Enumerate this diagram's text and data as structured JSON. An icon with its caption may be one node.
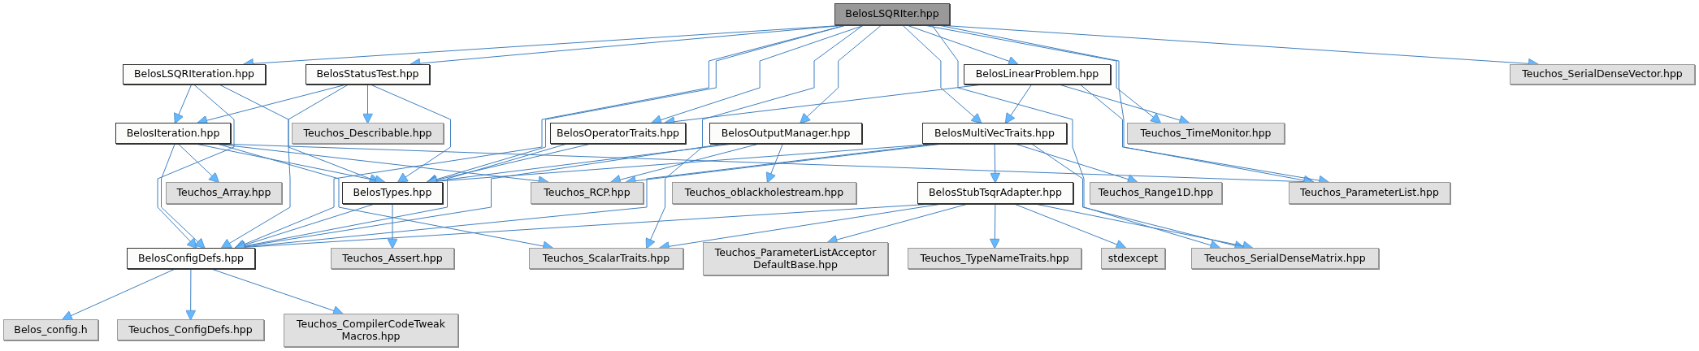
{
  "diagram": {
    "nodes": [
      {
        "text": [
          "BelosLSQRIter.hpp"
        ]
      },
      {
        "text": [
          "BelosLSQRIteration.hpp"
        ]
      },
      {
        "text": [
          "BelosStatusTest.hpp"
        ]
      },
      {
        "text": [
          "BelosLinearProblem.hpp"
        ]
      },
      {
        "text": [
          "Teuchos_SerialDenseVector.hpp"
        ]
      },
      {
        "text": [
          "BelosIteration.hpp"
        ]
      },
      {
        "text": [
          "Teuchos_Describable.hpp"
        ]
      },
      {
        "text": [
          "BelosOperatorTraits.hpp"
        ]
      },
      {
        "text": [
          "BelosOutputManager.hpp"
        ]
      },
      {
        "text": [
          "BelosMultiVecTraits.hpp"
        ]
      },
      {
        "text": [
          "Teuchos_TimeMonitor.hpp"
        ]
      },
      {
        "text": [
          "Teuchos_Array.hpp"
        ]
      },
      {
        "text": [
          "BelosTypes.hpp"
        ]
      },
      {
        "text": [
          "Teuchos_RCP.hpp"
        ]
      },
      {
        "text": [
          "Teuchos_oblackholestream.hpp"
        ]
      },
      {
        "text": [
          "BelosStubTsqrAdapter.hpp"
        ]
      },
      {
        "text": [
          "Teuchos_Range1D.hpp"
        ]
      },
      {
        "text": [
          "Teuchos_ParameterList.hpp"
        ]
      },
      {
        "text": [
          "BelosConfigDefs.hpp"
        ]
      },
      {
        "text": [
          "Teuchos_Assert.hpp"
        ]
      },
      {
        "text": [
          "Teuchos_ScalarTraits.hpp"
        ]
      },
      {
        "text": [
          "Teuchos_ParameterListAcceptor DefaultBase.hpp"
        ]
      },
      {
        "text": [
          "Teuchos_TypeNameTraits.hpp"
        ]
      },
      {
        "text": [
          "stdexcept"
        ]
      },
      {
        "text": [
          "Teuchos_SerialDenseMatrix.hpp"
        ]
      },
      {
        "text": [
          "Belos_config.h"
        ]
      },
      {
        "text": [
          "Teuchos_ConfigDefs.hpp"
        ]
      },
      {
        "text": [
          "Teuchos_CompilerCodeTweak Macros.hpp"
        ]
      }
    ],
    "edges": [
      {
        "from": 0,
        "to": 1,
        "arrow": "to"
      },
      {
        "from": 0,
        "to": 2,
        "arrow": "to"
      },
      {
        "from": 0,
        "to": 3,
        "arrow": "to"
      },
      {
        "from": 0,
        "to": 4,
        "arrow": "to"
      },
      {
        "from": 0,
        "to": 7,
        "arrow": "to"
      },
      {
        "from": 0,
        "to": 8,
        "arrow": "to"
      },
      {
        "from": 0,
        "to": 9,
        "arrow": "to"
      },
      {
        "from": 0,
        "to": 10,
        "arrow": "to"
      },
      {
        "from": 0,
        "to": 12,
        "arrow": "to"
      },
      {
        "from": 0,
        "to": 17,
        "arrow": "to"
      },
      {
        "from": 0,
        "to": 18,
        "arrow": "to"
      },
      {
        "from": 0,
        "to": 20,
        "arrow": "to"
      },
      {
        "from": 0,
        "to": 24,
        "arrow": "to"
      },
      {
        "from": 1,
        "to": 5,
        "arrow": "to"
      },
      {
        "from": 1,
        "to": 12,
        "arrow": "to"
      },
      {
        "from": 1,
        "to": 18,
        "arrow": "to"
      },
      {
        "from": 2,
        "to": 5,
        "arrow": "to"
      },
      {
        "from": 2,
        "to": 6,
        "arrow": "to"
      },
      {
        "from": 2,
        "to": 12,
        "arrow": "to"
      },
      {
        "from": 2,
        "to": 18,
        "arrow": "to"
      },
      {
        "from": 3,
        "to": 7,
        "arrow": "to"
      },
      {
        "from": 3,
        "to": 9,
        "arrow": "to"
      },
      {
        "from": 3,
        "to": 10,
        "arrow": "to"
      },
      {
        "from": 3,
        "to": 17,
        "arrow": "to"
      },
      {
        "from": 5,
        "to": 11,
        "arrow": "to"
      },
      {
        "from": 5,
        "to": 12,
        "arrow": "to"
      },
      {
        "from": 5,
        "to": 13,
        "arrow": "to"
      },
      {
        "from": 5,
        "to": 17,
        "arrow": "to"
      },
      {
        "from": 5,
        "to": 18,
        "arrow": "to"
      },
      {
        "from": 5,
        "to": 20,
        "arrow": "to"
      },
      {
        "from": 7,
        "to": 12,
        "arrow": "to"
      },
      {
        "from": 7,
        "to": 18,
        "arrow": "to"
      },
      {
        "from": 8,
        "to": 12,
        "arrow": "to"
      },
      {
        "from": 8,
        "to": 13,
        "arrow": "to"
      },
      {
        "from": 8,
        "to": 14,
        "arrow": "to"
      },
      {
        "from": 8,
        "to": 18,
        "arrow": "to"
      },
      {
        "from": 9,
        "to": 12,
        "arrow": "to"
      },
      {
        "from": 9,
        "to": 13,
        "arrow": "to"
      },
      {
        "from": 9,
        "to": 15,
        "arrow": "to"
      },
      {
        "from": 9,
        "to": 16,
        "arrow": "to"
      },
      {
        "from": 9,
        "to": 18,
        "arrow": "to"
      },
      {
        "from": 9,
        "to": 24,
        "arrow": "to"
      },
      {
        "from": 12,
        "to": 18,
        "arrow": "to"
      },
      {
        "from": 12,
        "to": 19,
        "arrow": "to"
      },
      {
        "from": 15,
        "to": 18,
        "arrow": "to"
      },
      {
        "from": 15,
        "to": 20,
        "arrow": "to"
      },
      {
        "from": 15,
        "to": 21,
        "arrow": "to"
      },
      {
        "from": 15,
        "to": 22,
        "arrow": "to"
      },
      {
        "from": 15,
        "to": 23,
        "arrow": "to"
      },
      {
        "from": 15,
        "to": 24,
        "arrow": "to"
      },
      {
        "from": 18,
        "to": 25,
        "arrow": "to"
      },
      {
        "from": 18,
        "to": 26,
        "arrow": "to"
      },
      {
        "from": 18,
        "to": 27,
        "arrow": "to"
      }
    ]
  }
}
